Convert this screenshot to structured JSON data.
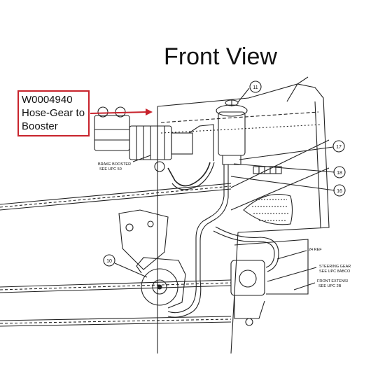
{
  "title": "Front View",
  "callout": {
    "part_number": "W0004940",
    "line1": "Hose-Gear to",
    "line2": "Booster",
    "accent_color": "#c8232c"
  },
  "labels": {
    "brake_booster_1": "BRAKE BOOSTER",
    "brake_booster_2": "SEE UPC 50",
    "steering_gear_1": "STEERING GEAR",
    "steering_gear_2": "SEE UPC 8ABCO",
    "front_ext_1": "FRONT EXTENSI",
    "front_ext_2": "SEE UPC 2B",
    "ref_24": "24 REF"
  },
  "balloons": {
    "b11": "11",
    "b17": "17",
    "b18": "18",
    "b16": "16",
    "b10": "10"
  }
}
